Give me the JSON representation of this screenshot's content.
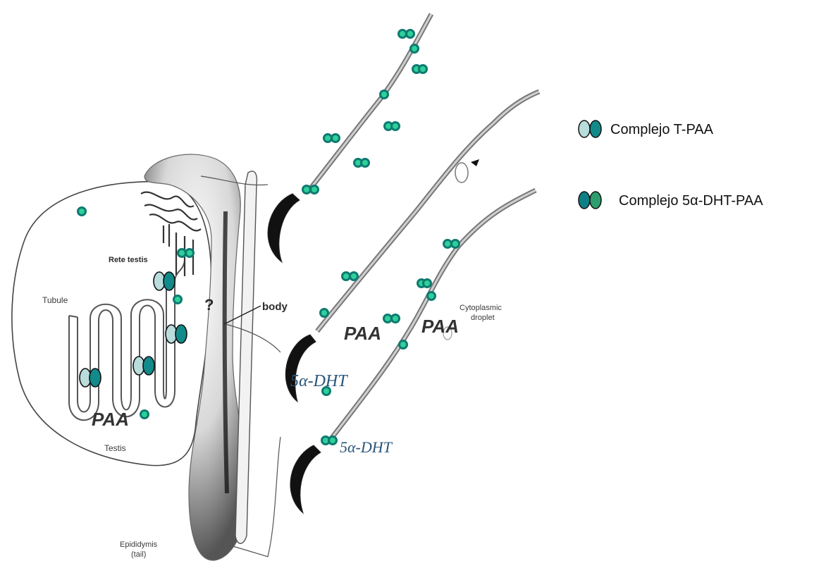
{
  "labels": {
    "rete_testis": "Rete testis",
    "tubule": "Tubule",
    "testis": "Testis",
    "body": "body",
    "question": "?",
    "epididymis_line1": "Epididymis",
    "epididymis_line2": "(tail)",
    "cytoplasmic_line1": "Cytoplasmic",
    "cytoplasmic_line2": "droplet",
    "paa_testis": "PAA",
    "paa_sperm_1": "PAA",
    "paa_sperm_2": "PAA",
    "dht_1": "5α-DHT",
    "dht_2": "5α-DHT"
  },
  "legend": {
    "items": [
      {
        "label": "Complejo T-PAA",
        "left_color": "#b9dcdc",
        "right_color": "#138a8a"
      },
      {
        "label": "Complejo 5α-DHT-PAA",
        "left_color": "#0f7f86",
        "right_color": "#2e9e6e"
      }
    ]
  },
  "colors": {
    "green_dot_fill": "#2fcf9a",
    "green_dot_dark": "#0e7a70",
    "light_teal": "#b9dcdc",
    "dark_teal": "#138a8a"
  }
}
